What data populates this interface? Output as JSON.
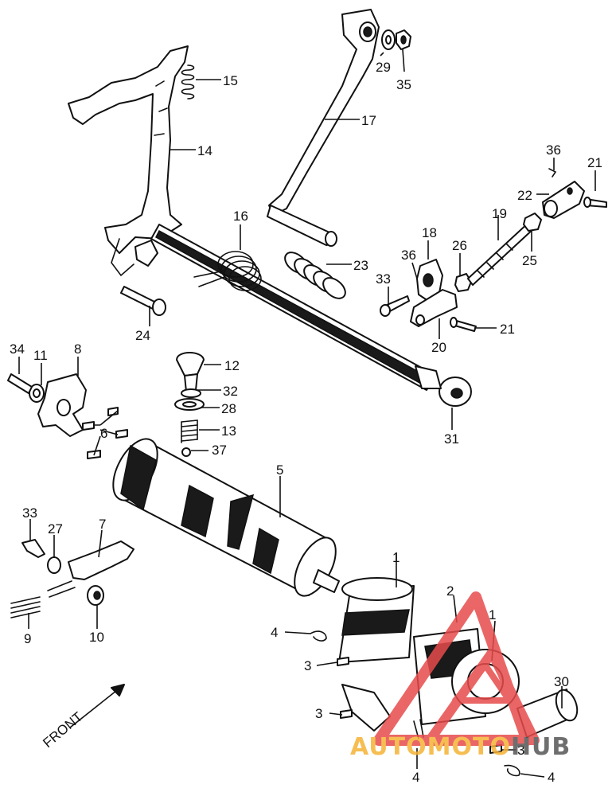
{
  "callouts": {
    "c1a": "1",
    "c1b": "1",
    "c2": "2",
    "c3a": "3",
    "c3b": "3",
    "c3c": "3",
    "c4a": "4",
    "c4b": "4",
    "c4c": "4",
    "c5": "5",
    "c6": "6",
    "c7": "7",
    "c8": "8",
    "c9": "9",
    "c10": "10",
    "c11": "11",
    "c12": "12",
    "c13": "13",
    "c14": "14",
    "c15": "15",
    "c16": "16",
    "c17": "17",
    "c18": "18",
    "c19": "19",
    "c20": "20",
    "c21a": "21",
    "c21b": "21",
    "c22": "22",
    "c23": "23",
    "c24": "24",
    "c25": "25",
    "c26": "26",
    "c27": "27",
    "c28": "28",
    "c29": "29",
    "c30": "30",
    "c31": "31",
    "c32": "32",
    "c33a": "33",
    "c33b": "33",
    "c34": "34",
    "c35": "35",
    "c36a": "36",
    "c36b": "36",
    "c37": "37"
  },
  "direction_label": "FRONT",
  "watermark": {
    "part1": "AUTOMOTO",
    "part2": "HUB",
    "color_primary": "#f5b335",
    "color_secondary": "#555555",
    "logo_color": "#e74c4c"
  }
}
